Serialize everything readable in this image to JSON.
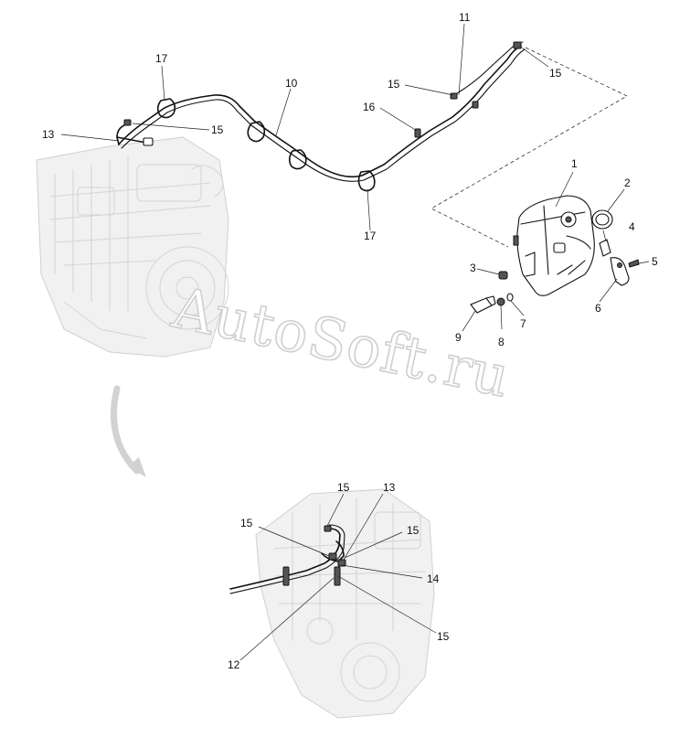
{
  "watermark": "AutoSoft.ru",
  "callouts": {
    "c1": "1",
    "c2": "2",
    "c3": "3",
    "c4": "4",
    "c5": "5",
    "c6": "6",
    "c7": "7",
    "c8": "8",
    "c9": "9",
    "c10": "10",
    "c11": "11",
    "c12": "12",
    "c13_top": "13",
    "c13_bottom": "13",
    "c14": "14",
    "c15_topright": "15",
    "c15_mid": "15",
    "c15_left": "15",
    "c15_bottom_top": "15",
    "c15_bottom_left": "15",
    "c15_bottom_right": "15",
    "c15_bottom_lower": "15",
    "c16": "16",
    "c17_top": "17",
    "c17_bottom": "17"
  },
  "colors": {
    "line": "#111111",
    "ghost": "#d4d4d4",
    "watermark_stroke": "#cfcfcf"
  }
}
